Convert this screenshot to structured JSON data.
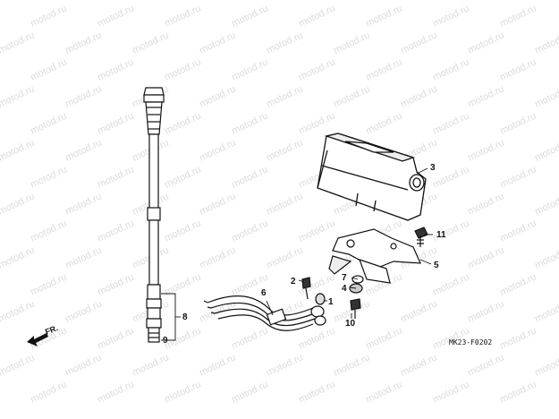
{
  "watermark": {
    "text": "motod.ru",
    "color": "#dcdcdc"
  },
  "diagram": {
    "code": "MK23-F0202",
    "direction_label": "FR.",
    "parts": [
      {
        "id": "1",
        "icon": "grommet-icon"
      },
      {
        "id": "2",
        "icon": "screw-icon"
      },
      {
        "id": "3",
        "icon": "meter-case-icon"
      },
      {
        "id": "4",
        "icon": "washer-icon"
      },
      {
        "id": "5",
        "icon": "bracket-icon"
      },
      {
        "id": "6",
        "icon": "harness-icon"
      },
      {
        "id": "7",
        "icon": "collar-icon"
      },
      {
        "id": "8",
        "icon": "cable-assembly-icon"
      },
      {
        "id": "9",
        "icon": "cable-end-icon"
      },
      {
        "id": "10",
        "icon": "bolt-icon"
      },
      {
        "id": "11",
        "icon": "bolt-icon"
      }
    ]
  }
}
